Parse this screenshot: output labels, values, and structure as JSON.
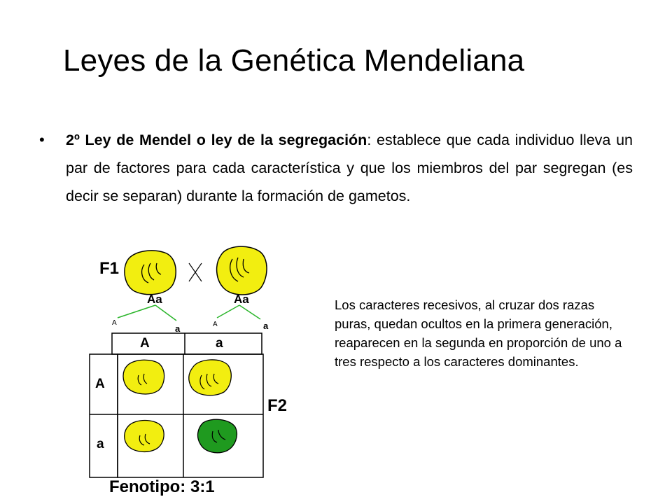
{
  "slide": {
    "title": "Leyes de la Genética Mendeliana",
    "bullet": {
      "bold_lead": "2º Ley de Mendel o ley de la segregación",
      "rest": ": establece que cada individuo lleva un par de factores para cada característica y que los miembros del par segregan (es decir se separan) durante la formación de gametos."
    },
    "side_note": "Los caracteres recesivos, al cruzar dos razas puras, quedan ocultos en la primera generación, reaparecen en la segunda en proporción de uno a tres respecto a los caracteres dominantes."
  },
  "figure": {
    "f1_label": "F1",
    "f2_label": "F2",
    "cross_symbol": "X",
    "parent_left_genotype": "Aa",
    "parent_right_genotype": "Aa",
    "gamete_labels_left": [
      "A",
      "a"
    ],
    "gamete_labels_right": [
      "A",
      "a"
    ],
    "column_headers": [
      "A",
      "a"
    ],
    "row_headers": [
      "A",
      "a"
    ],
    "phenotype": "Fenotipo: 3:1",
    "colors": {
      "yellow_seed": "#f2ee10",
      "green_seed": "#1f9a1f",
      "branch_line": "#2bb52b"
    }
  }
}
